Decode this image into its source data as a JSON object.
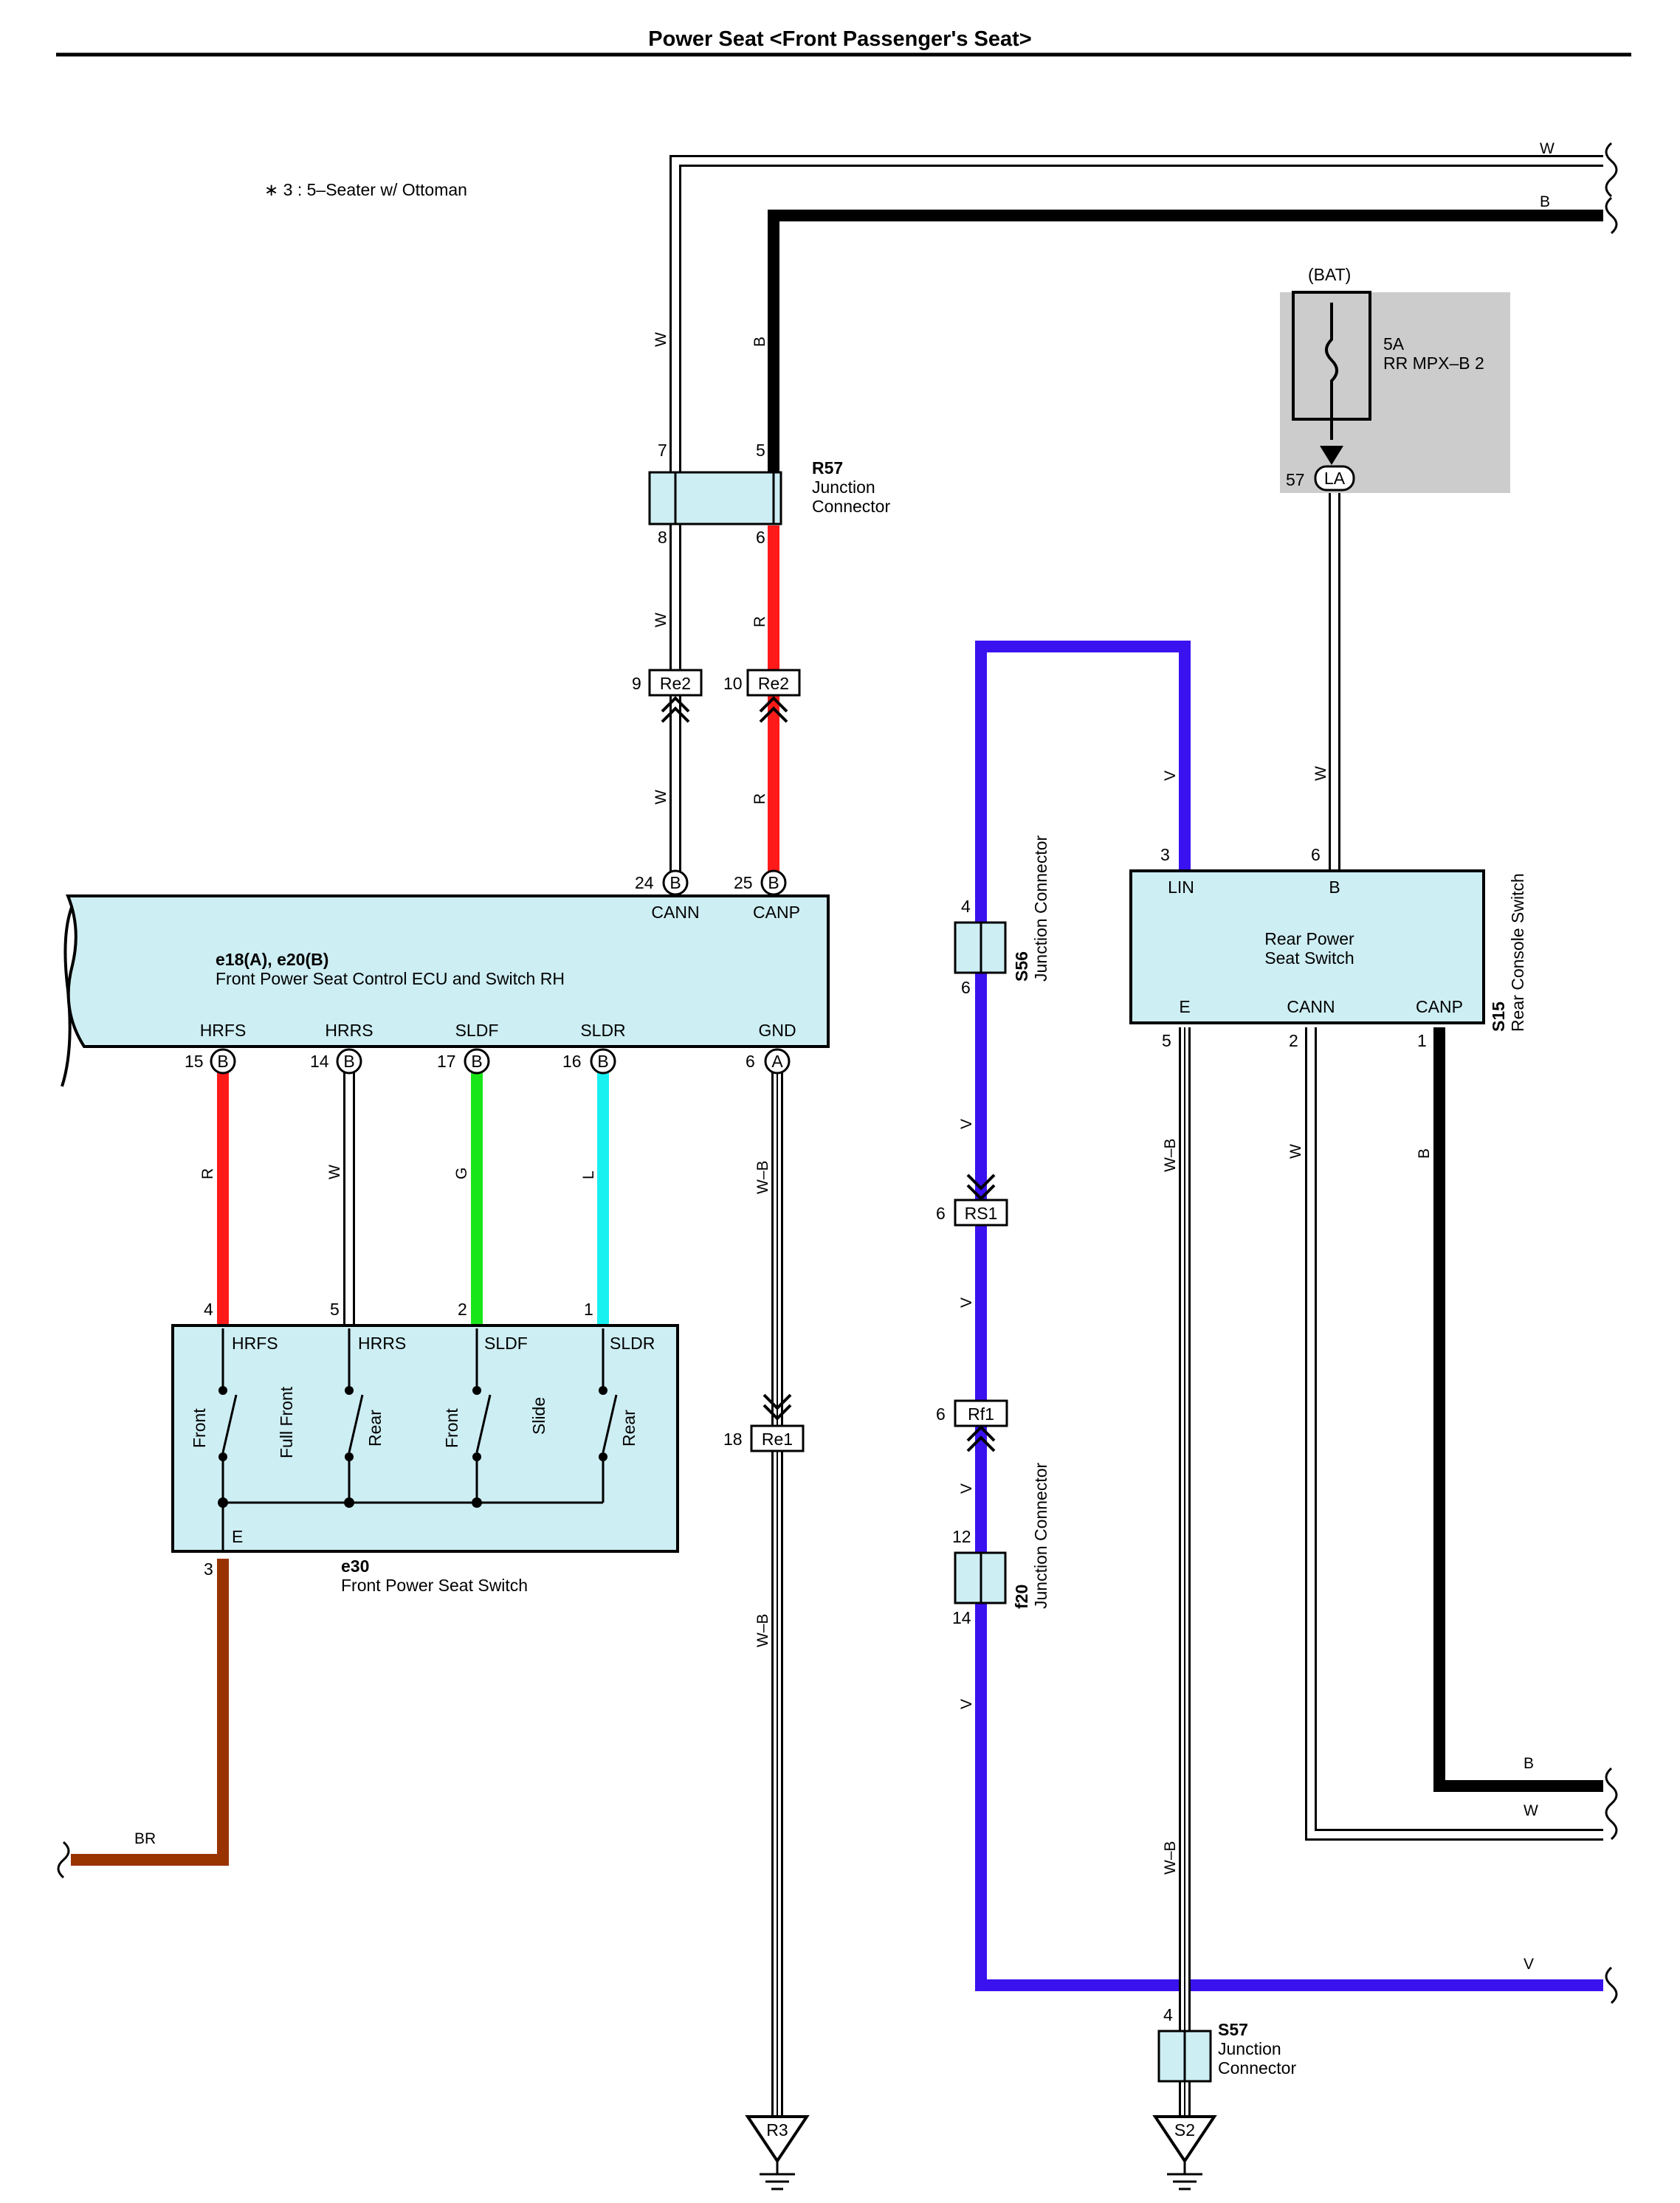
{
  "title": "Power Seat <Front Passenger's Seat>",
  "note": "∗ 3 : 5–Seater w/ Ottoman",
  "colors": {
    "R": "#ff1a1a",
    "B": "#000000",
    "W": "#ffffff",
    "G": "#19e619",
    "L": "#19f0f0",
    "V": "#3a12f0",
    "W-B": "#ffffff",
    "BR": "#993300",
    "box_fill": "#cdeef3",
    "fuse_bg": "#cccccc"
  },
  "wire_labels": {
    "W": "W",
    "B": "B",
    "R": "R",
    "G": "G",
    "L": "L",
    "V": "V",
    "WB": "W–B",
    "BR": "BR"
  },
  "fuse": {
    "source": "(BAT)",
    "rating": "5A",
    "name": "RR MPX–B 2",
    "pin": "57",
    "connector": "LA"
  },
  "r57": {
    "code": "R57",
    "line1": "Junction",
    "line2": "Connector",
    "pins": {
      "top_w": "7",
      "top_b": "5",
      "bot_w": "8",
      "bot_r": "6"
    }
  },
  "re2": {
    "name": "Re2",
    "pin_w": "9",
    "pin_r": "10"
  },
  "ecu": {
    "code": "e18(A), e20(B)",
    "name": "Front Power Seat Control ECU and Switch RH",
    "terms": {
      "cann": {
        "label": "CANN",
        "pin": "24",
        "conn": "B"
      },
      "canp": {
        "label": "CANP",
        "pin": "25",
        "conn": "B"
      },
      "hrfs": {
        "label": "HRFS",
        "pin": "15",
        "conn": "B"
      },
      "hrrs": {
        "label": "HRRS",
        "pin": "14",
        "conn": "B"
      },
      "sldf": {
        "label": "SLDF",
        "pin": "17",
        "conn": "B"
      },
      "sldr": {
        "label": "SLDR",
        "pin": "16",
        "conn": "B"
      },
      "gnd": {
        "label": "GND",
        "pin": "6",
        "conn": "A"
      }
    }
  },
  "e30": {
    "code": "e30",
    "name": "Front Power Seat Switch",
    "terms": {
      "hrfs": {
        "label": "HRFS",
        "pin": "4"
      },
      "hrrs": {
        "label": "HRRS",
        "pin": "5"
      },
      "sldf": {
        "label": "SLDF",
        "pin": "2"
      },
      "sldr": {
        "label": "SLDR",
        "pin": "1"
      },
      "e": {
        "label": "E",
        "pin": "3"
      }
    },
    "switch_labels": {
      "front1": "Front",
      "full_front": "Full Front",
      "rear1": "Rear",
      "front2": "Front",
      "slide": "Slide",
      "rear2": "Rear"
    }
  },
  "re1": {
    "name": "Re1",
    "pin": "18"
  },
  "ground_r3": "R3",
  "ground_s2": "S2",
  "s56": {
    "code": "S56",
    "name": "Junction Connector",
    "pin_top": "4",
    "pin_bot": "6"
  },
  "rs1": {
    "name": "RS1",
    "pin": "6"
  },
  "rf1": {
    "name": "Rf1",
    "pin": "6"
  },
  "f20": {
    "code": "f20",
    "name": "Junction Connector",
    "pin_top": "12",
    "pin_bot": "14"
  },
  "s15": {
    "code": "S15",
    "name": "Rear Console Switch",
    "inner1": "Rear Power",
    "inner2": "Seat Switch",
    "terms": {
      "lin": {
        "label": "LIN",
        "pin": "3"
      },
      "b": {
        "label": "B",
        "pin": "6"
      },
      "e": {
        "label": "E",
        "pin": "5"
      },
      "cann": {
        "label": "CANN",
        "pin": "2"
      },
      "canp": {
        "label": "CANP",
        "pin": "1"
      }
    }
  },
  "s57": {
    "code": "S57",
    "line1": "Junction",
    "line2": "Connector",
    "pin": "4"
  }
}
